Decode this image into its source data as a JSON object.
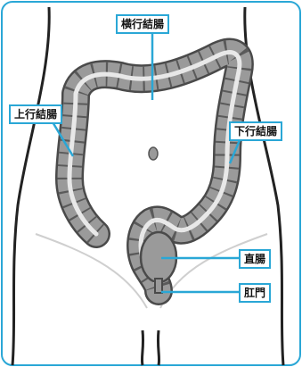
{
  "labels": {
    "transverse_colon": "横行結腸",
    "ascending_colon": "上行結腸",
    "descending_colon": "下行結腸",
    "rectum": "直腸",
    "anus": "肛門"
  },
  "colors": {
    "accent": "#2aa7d6",
    "intestine_fill": "#9a9a9a",
    "intestine_stroke": "#4a4a4a",
    "body_outline": "#222222",
    "frame": "#2aa7d6"
  }
}
